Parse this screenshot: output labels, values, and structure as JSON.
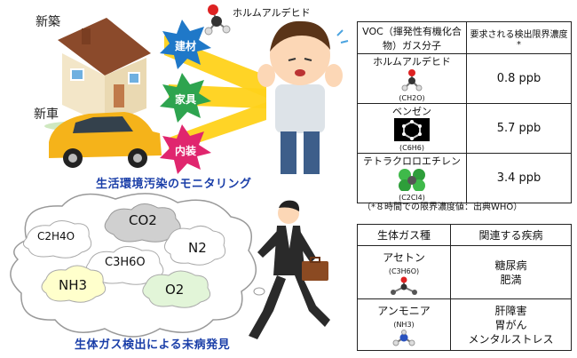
{
  "top": {
    "house_label": "新築",
    "car_label": "新車",
    "formaldehyde_label": "ホルムアルデヒド",
    "stars": [
      {
        "text": "建材",
        "color": "#1f78c8"
      },
      {
        "text": "家具",
        "color": "#2ea44f"
      },
      {
        "text": "内装",
        "color": "#e0266e"
      }
    ],
    "caption": "生活環境汚染のモニタリング"
  },
  "bottom": {
    "clouds": [
      "C2H4O",
      "CO2",
      "N2",
      "C3H6O",
      "NH3",
      "O2"
    ],
    "caption": "生体ガス検出による未病発見"
  },
  "voc_table": {
    "headers": [
      "VOC（揮発性有機化合物）ガス分子",
      "要求される検出限界濃度*"
    ],
    "rows": [
      {
        "name": "ホルムアルデヒド",
        "formula": "(CH2O)",
        "value": "0.8 ppb",
        "icon": "formaldehyde-molecule-icon"
      },
      {
        "name": "ベンゼン",
        "formula": "(C6H6)",
        "value": "5.7 ppb",
        "icon": "benzene-molecule-icon"
      },
      {
        "name": "テトラクロロエチレン",
        "formula": "(C2Cl4)",
        "value": "3.4 ppb",
        "icon": "tetrachloroethylene-molecule-icon"
      }
    ],
    "note": "（*８時間での限界濃度値：出典WHO）"
  },
  "bio_table": {
    "headers": [
      "生体ガス種",
      "関連する疾病"
    ],
    "rows": [
      {
        "name": "アセトン",
        "formula": "(C3H6O)",
        "diseases": [
          "糖尿病",
          "肥満"
        ],
        "icon": "acetone-molecule-icon"
      },
      {
        "name": "アンモニア",
        "formula": "(NH3)",
        "diseases": [
          "肝障害",
          "胃がん",
          "メンタルストレス"
        ],
        "icon": "ammonia-molecule-icon"
      }
    ]
  },
  "colors": {
    "caption": "#1a3ea8",
    "arrow": "#ffd21a"
  }
}
